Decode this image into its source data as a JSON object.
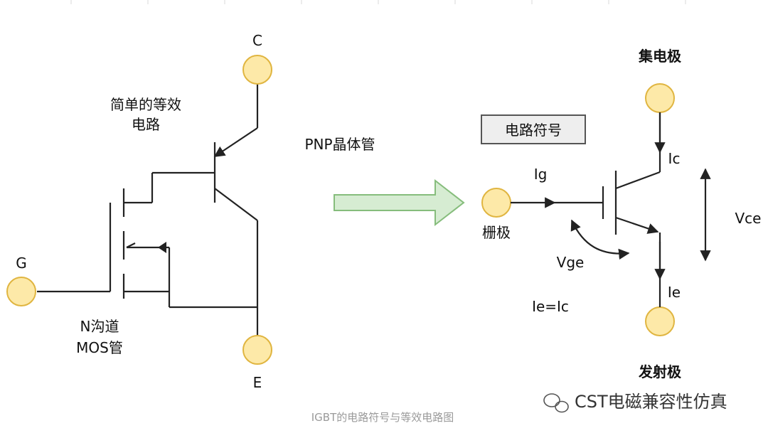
{
  "left_circuit": {
    "terminal_c": "C",
    "terminal_e": "E",
    "terminal_g": "G",
    "equivalent_label_line1": "简单的等效",
    "equivalent_label_line2": "电路",
    "mos_label_line1": "N沟道",
    "mos_label_line2": "MOS管"
  },
  "arrow_label": "PNP晶体管",
  "right_symbol": {
    "box_label": "电路符号",
    "collector": "集电极",
    "emitter": "发射极",
    "gate": "栅极",
    "ig": "Ig",
    "ic": "Ic",
    "ie": "Ie",
    "vce": "Vce",
    "vge": "Vge",
    "relation": "Ie=Ic"
  },
  "caption": "IGBT的电路符号与等效电路图",
  "watermark": "CST电磁兼容性仿真",
  "colors": {
    "terminal_fill": "#fde9a8",
    "terminal_stroke": "#e0b540",
    "arrow_fill": "#d6ecd2",
    "arrow_stroke": "#86bd7c",
    "box_fill": "#eeeeee",
    "box_stroke": "#555555",
    "wire": "#222222"
  }
}
